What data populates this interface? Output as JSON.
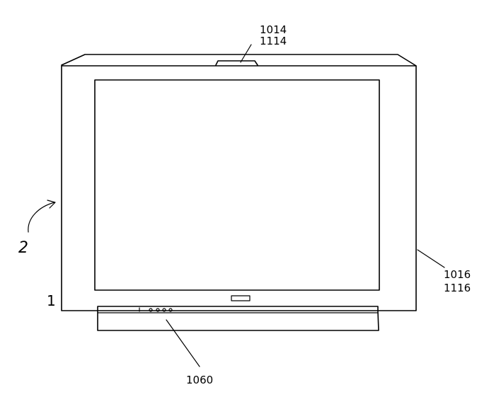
{
  "labels": {
    "top_line1": "1014",
    "top_line2": "1114",
    "right_line1": "1016",
    "right_line2": "1116",
    "bottom": "1060",
    "left_two": "2",
    "left_one": "1"
  }
}
